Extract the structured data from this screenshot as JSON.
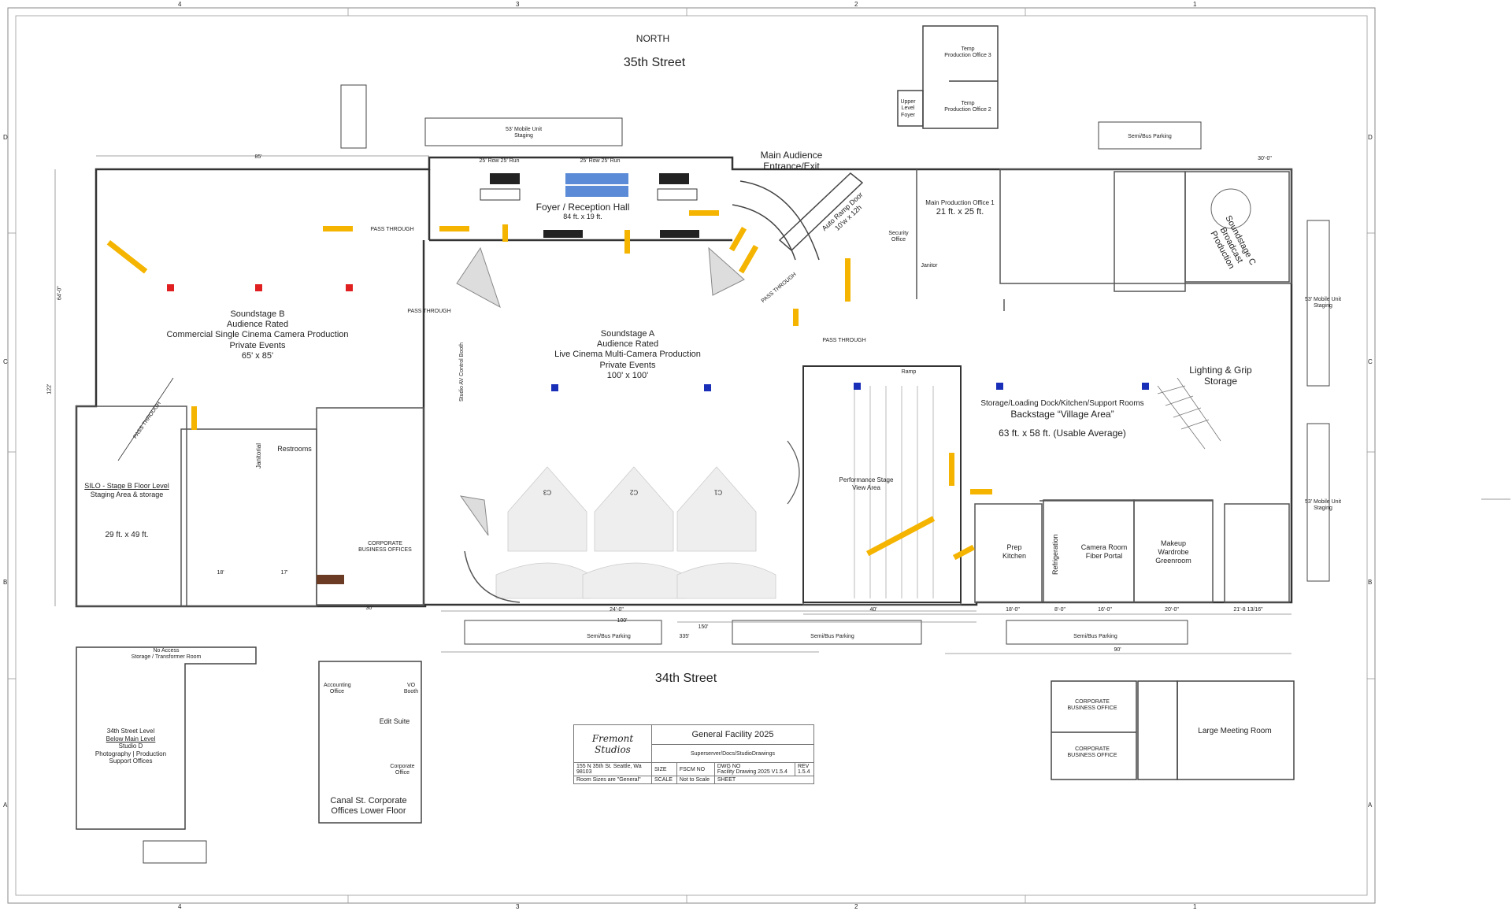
{
  "sheet": {
    "grid_cols": [
      "4",
      "3",
      "2",
      "1"
    ],
    "grid_rows": [
      "D",
      "C",
      "B",
      "A"
    ],
    "north": "NORTH",
    "street_north": "35th Street",
    "street_south": "34th Street"
  },
  "rooms": {
    "foyer": {
      "name": "Foyer / Reception Hall",
      "size": "84 ft. x 19 ft."
    },
    "entrance": {
      "line1": "Main Audience",
      "line2": "Entrance/Exit"
    },
    "ramp_door": {
      "line1": "Auto Ramp Door",
      "line2": "10'w x 12h"
    },
    "stage_b": {
      "l1": "Soundstage B",
      "l2": "Audience Rated",
      "l3": "Commercial Single Cinema Camera Production",
      "l4": "Private Events",
      "l5": "65' x 85'"
    },
    "stage_a": {
      "l1": "Soundstage A",
      "l2": "Audience Rated",
      "l3": "Live Cinema Multi-Camera Production",
      "l4": "Private Events",
      "l5": "100' x 100'"
    },
    "stage_c": {
      "l1": "Soundstage C",
      "l2": "Broadcast",
      "l3": "Production"
    },
    "prod_office": {
      "name": "Main Production Office 1",
      "size": "21 ft. x 25 ft."
    },
    "security": {
      "l1": "Security",
      "l2": "Office"
    },
    "janitor": "Janitor",
    "temp_office_3": {
      "l1": "Temp",
      "l2": "Production Office 3"
    },
    "temp_office_2": {
      "l1": "Temp",
      "l2": "Production Office 2"
    },
    "upper_foyer": {
      "l1": "Upper",
      "l2": "Level",
      "l3": "Foyer"
    },
    "lighting": {
      "l1": "Lighting & Grip",
      "l2": "Storage"
    },
    "backstage": {
      "l1": "Storage/Loading Dock/Kitchen/Support Rooms",
      "l2": "Backstage “Village Area”",
      "l3": "63 ft. x 58 ft. (Usable Average)"
    },
    "perf_stage": {
      "l1": "Performance Stage",
      "l2": "View Area"
    },
    "ramp": "Ramp",
    "silo": {
      "l1": "SILO - Stage B Floor Level",
      "l2": "Staging Area & storage",
      "l3": "29 ft. x 49 ft."
    },
    "restrooms": "Restrooms",
    "janitorial": "Janitorial",
    "corporate": {
      "l1": "CORPORATE",
      "l2": "BUSINESS OFFICES"
    },
    "prep_kitchen": {
      "l1": "Prep",
      "l2": "Kitchen"
    },
    "refrigeration": "Refrigeration",
    "camera_room": {
      "l1": "Camera Room",
      "l2": "Fiber Portal"
    },
    "makeup": {
      "l1": "Makeup",
      "l2": "Wardrobe",
      "l3": "Greenroom"
    },
    "av_booth": "Studio AV Control Booth",
    "pass_through": "PASS THROUGH",
    "studio_d": {
      "l1": "34th Street Level",
      "l2": "Below Main Level",
      "l3": "Studio D",
      "l4": "Photography | Production",
      "l5": "Support Offices"
    },
    "no_access": {
      "l1": "No Access",
      "l2": "Storage / Transformer Room"
    },
    "canal": {
      "l1": "Canal St. Corporate",
      "l2": "Offices Lower Floor",
      "edit": "Edit Suite",
      "accounting": "Accounting Office",
      "corp_office": "Corporate Office",
      "vo": "VO Booth"
    },
    "meeting": "Large Meeting Room",
    "corp_office_a": {
      "l1": "CORPORATE",
      "l2": "BUSINESS OFFICE"
    },
    "mobile_unit": {
      "l1": "53' Mobile Unit",
      "l2": "Staging"
    },
    "semi_parking": "Semi/Bus Parking",
    "cams": [
      "C3",
      "C2",
      "C1"
    ]
  },
  "title_block": {
    "title": "General Facility 2025",
    "path": "Superserver/Docs/StudioDrawings",
    "address": "155 N 35th St. Seattle, Wa 98103",
    "note": "Room Sizes are \"General\"",
    "drawing": "Facility Drawing 2025 V1.5.4",
    "rev": "1.5.4",
    "scale": "Not to Scale",
    "logo": "Fremont Studios",
    "h_size": "SIZE",
    "h_fscm": "FSCM NO",
    "h_dwg": "DWG NO",
    "h_rev": "REV",
    "h_scale": "SCALE",
    "h_sheet": "SHEET"
  },
  "dims": {
    "d1": "85'",
    "d2": "25' Row  25' Run",
    "d3": "25' Row  25' Run",
    "d4": "18'",
    "d5": "17'",
    "d6": "30'",
    "d7": "24'-0\"",
    "d8": "100'",
    "d9": "150'",
    "d10": "335'",
    "d11": "40'",
    "d12": "18'-0\"",
    "d13": "8'-0\"",
    "d14": "16'-0\"",
    "d15": "20'-0\"",
    "d16": "21'-8 13/16\"",
    "d17": "90'",
    "d18": "30'-0\"",
    "d19": "122'",
    "d20": "64'-0\""
  }
}
